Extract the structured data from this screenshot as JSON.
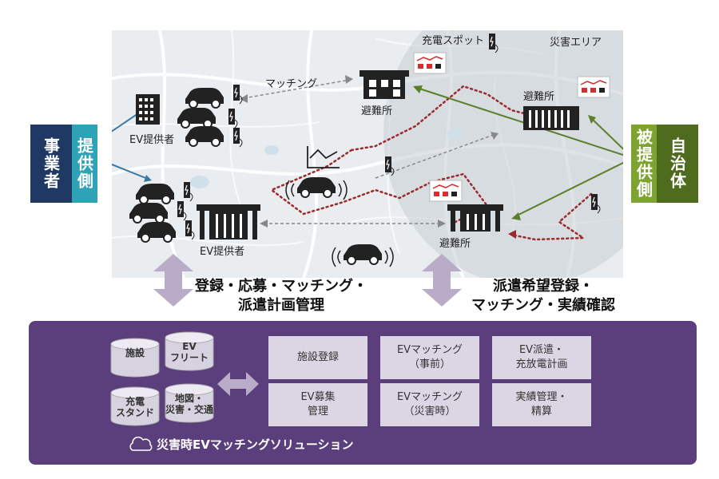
{
  "left_labels": {
    "jigyosha": "事業者",
    "teikyo": "提供側"
  },
  "right_labels": {
    "hiteikyo": "被提供側",
    "jichitai": "自治体"
  },
  "map": {
    "charging_spot": "充電スポット",
    "disaster_area": "災害エリア",
    "matching": "マッチング",
    "shelter_top": "避難所",
    "shelter_right": "避難所",
    "shelter_bottom": "避難所",
    "ev_provider_top": "EV提供者",
    "ev_provider_bottom": "EV提供者"
  },
  "captions": {
    "left_line1": "登録・応募・マッチング・",
    "left_line2": "派遣計画管理",
    "right_line1": "派遣希望登録・",
    "right_line2": "マッチング・実績確認"
  },
  "databases": {
    "facility": "施設",
    "ev_fleet": "EV\nフリート",
    "charging_stand": "充電\nスタンド",
    "map_info": "地図・\n災害・交通"
  },
  "functions": {
    "facility_registration": "施設登録",
    "ev_matching_pre": "EVマッチング\n（事前）",
    "ev_dispatch_plan": "EV派遣・\n充放電計画",
    "ev_recruitment": "EV募集\n管理",
    "ev_matching_disaster": "EVマッチング\n（災害時）",
    "results_settlement": "実績管理・\n精算"
  },
  "solution_title": "災害時EVマッチングソリューション"
}
